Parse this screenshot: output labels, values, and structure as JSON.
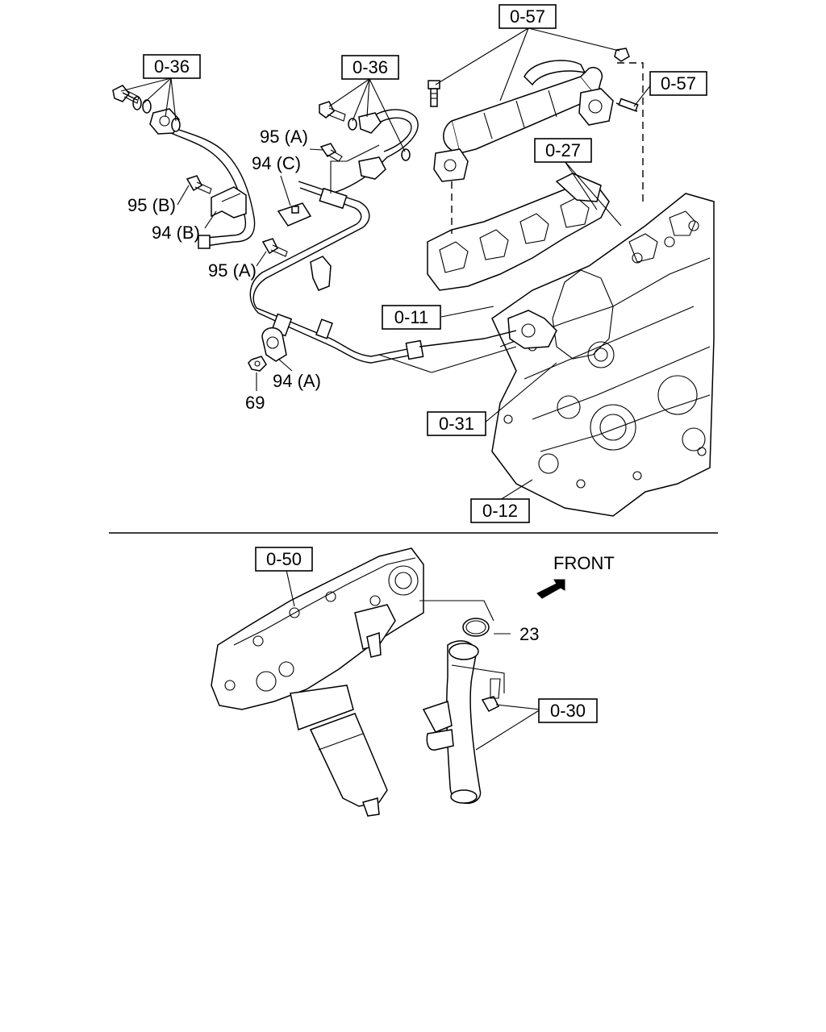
{
  "labels": {
    "ref_036_left": "0-36",
    "ref_036_right": "0-36",
    "ref_057_top": "0-57",
    "ref_057_right": "0-57",
    "ref_027": "0-27",
    "ref_011": "0-11",
    "ref_031": "0-31",
    "ref_012": "0-12",
    "ref_050": "0-50",
    "ref_030": "0-30",
    "p95a_top": "95 (A)",
    "p94c": "94 (C)",
    "p95b": "95 (B)",
    "p94b": "94 (B)",
    "p95a_mid": "95 (A)",
    "p94a": "94 (A)",
    "p69": "69",
    "p23": "23",
    "front": "FRONT"
  },
  "icons": {
    "front_arrow": "arrow-icon"
  }
}
